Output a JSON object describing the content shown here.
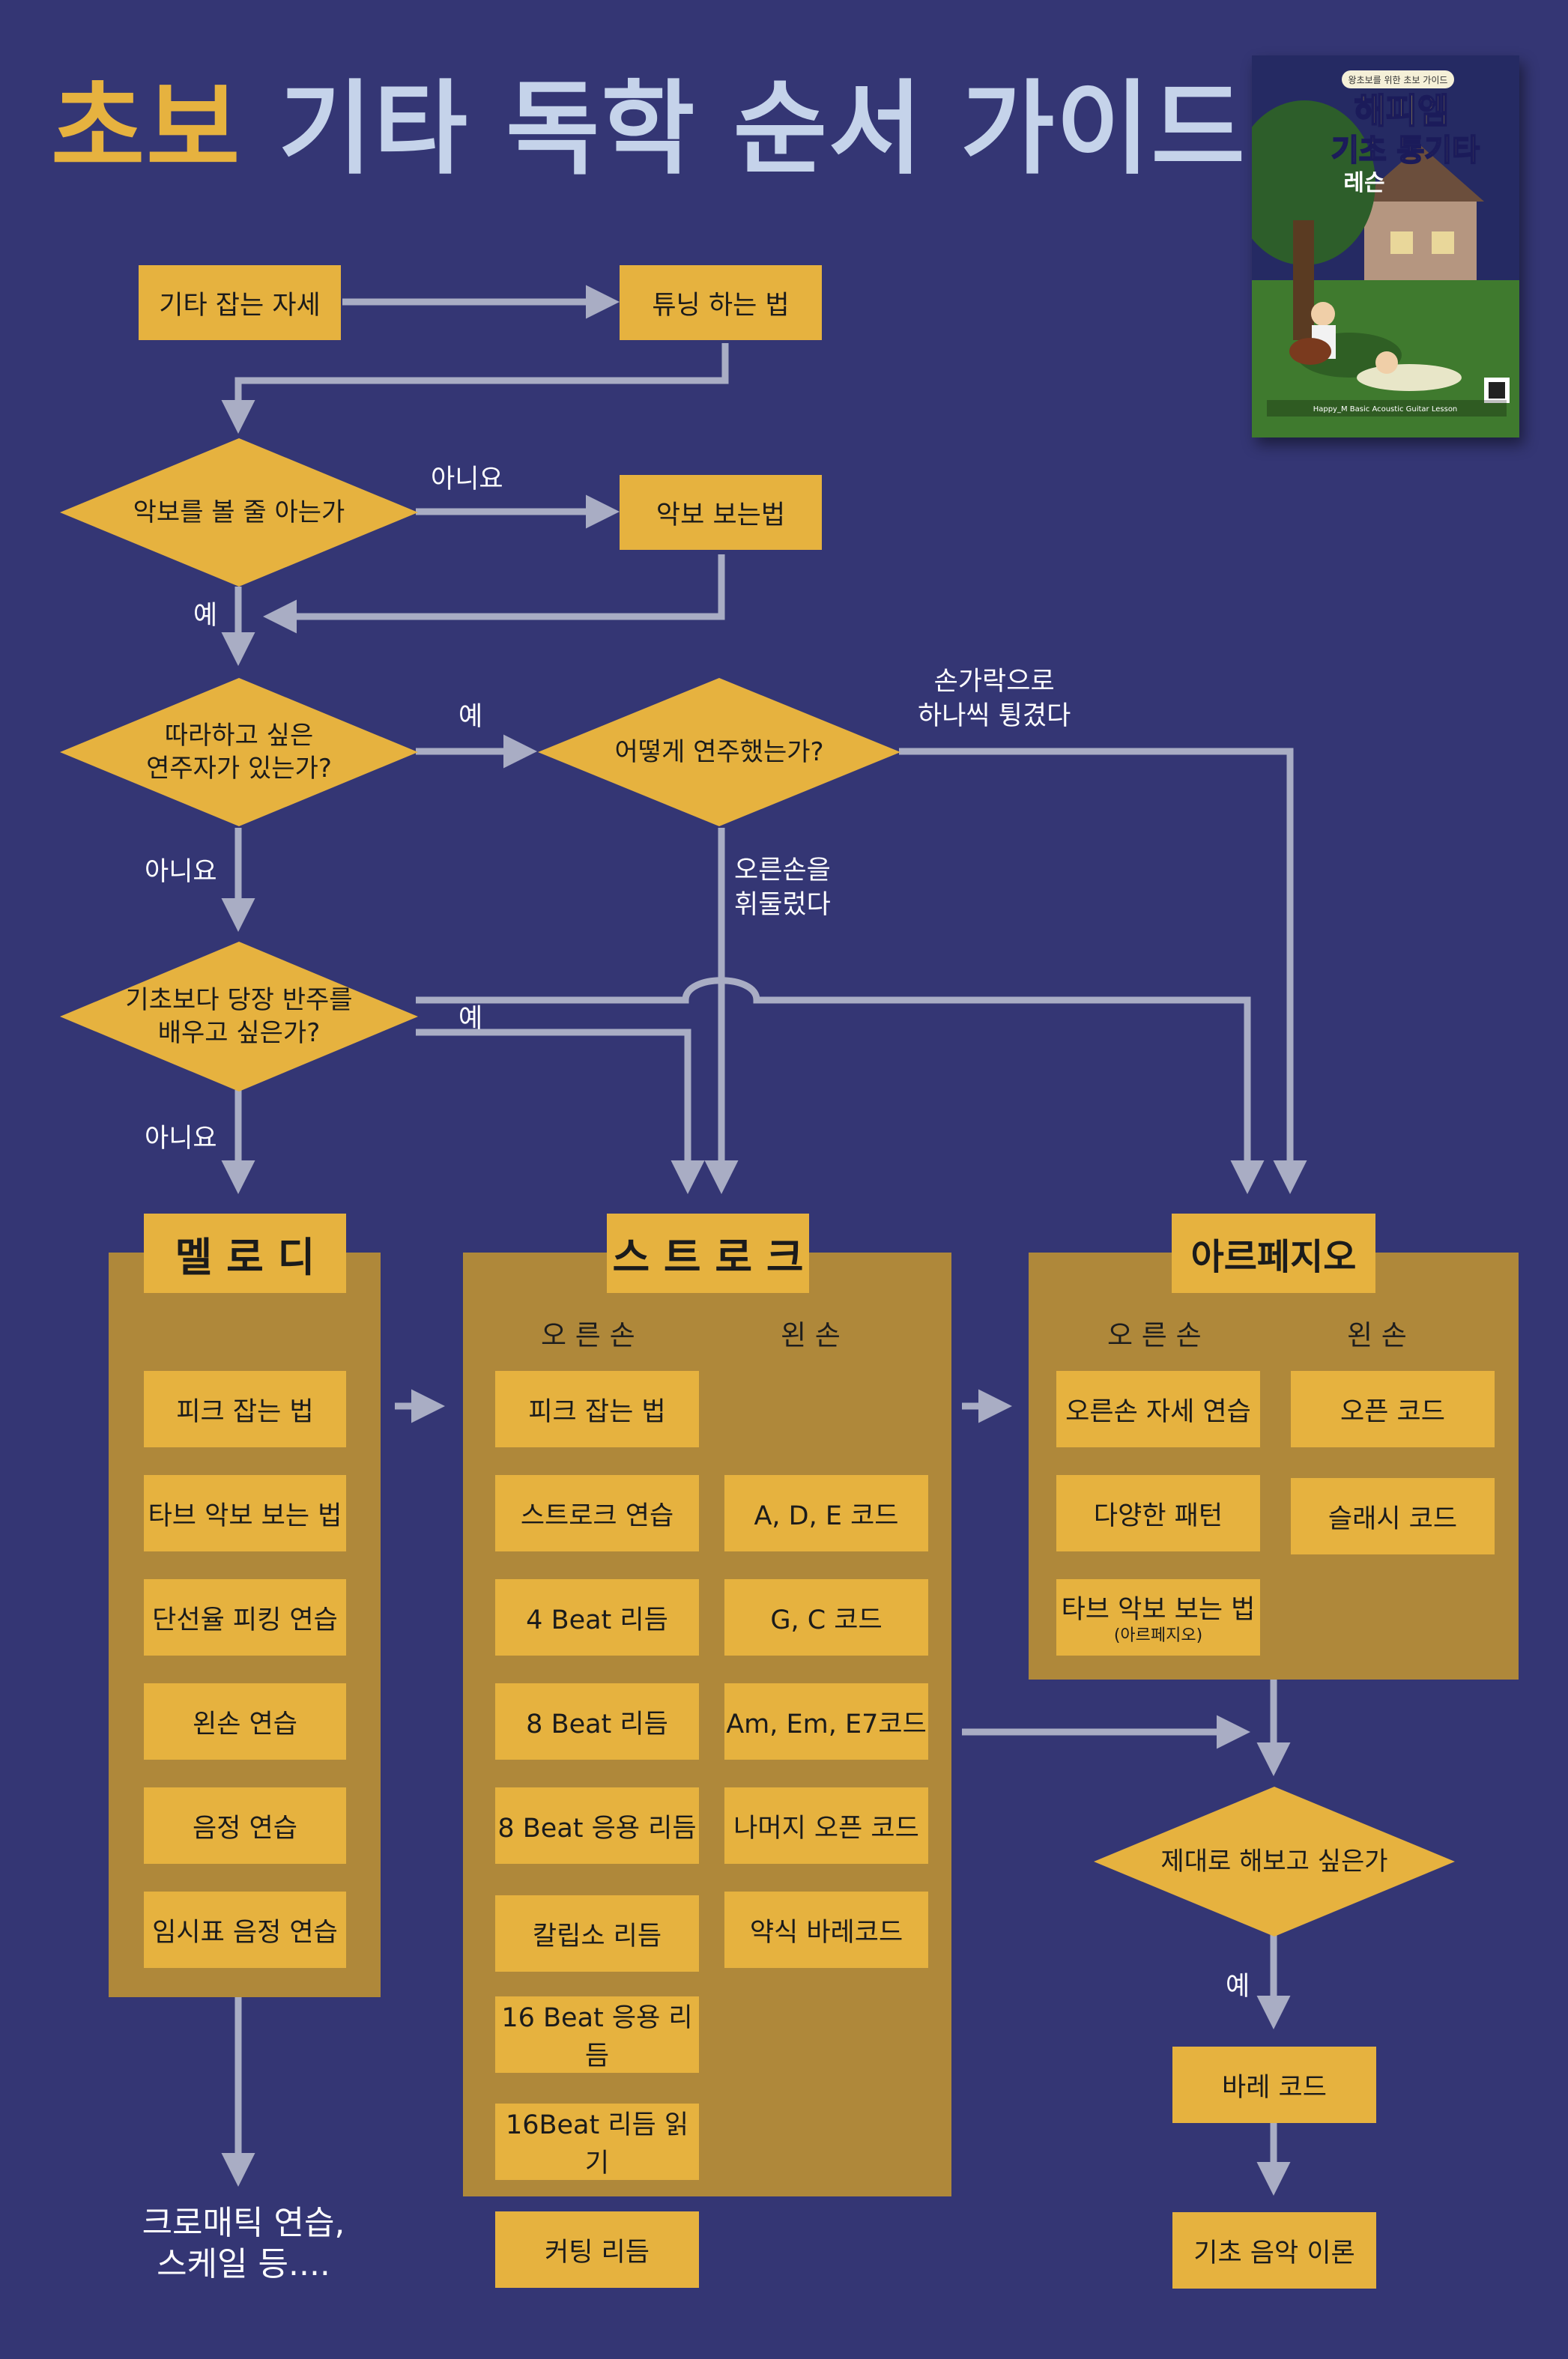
{
  "title": {
    "part1": "초보",
    "part2": "기타 독학 순서 가이드"
  },
  "cover": {
    "badge": "왕초보를 위한 초보 가이드",
    "title1": "해피엠",
    "title2": "기초 통기타",
    "title3": "레슨",
    "footer": "Happy_M Basic Acoustic Guitar Lesson"
  },
  "flow": {
    "posture": "기타 잡는 자세",
    "tuning": "튜닝 하는 법",
    "q_read_score": "악보를 볼 줄 아는가",
    "how_to_read": "악보 보는법",
    "q_follow_1": "따라하고 싶은",
    "q_follow_2": "연주자가 있는가?",
    "q_how_play": "어떻게 연주했는가?",
    "q_accomp_1": "기초보다 당장 반주를",
    "q_accomp_2": "배우고 싶은가?",
    "q_serious": "제대로 해보고 싶은가",
    "barre": "바레 코드",
    "theory": "기초 음악 이론",
    "chromatic_1": "크로매틱 연습,",
    "chromatic_2": "스케일 등....",
    "cutting": "커팅 리듬"
  },
  "edge_labels": {
    "no1": "아니요",
    "yes1": "예",
    "yes2": "예",
    "no2": "아니요",
    "pick_1": "손가락으로",
    "pick_2": "하나씩 튕겼다",
    "strum_1": "오른손을",
    "strum_2": "휘둘렀다",
    "yes3": "예",
    "no3": "아니요",
    "yes4": "예"
  },
  "melody": {
    "title": "멜 로 디",
    "items": [
      "피크 잡는 법",
      "타브 악보 보는 법",
      "단선율 피킹 연습",
      "왼손 연습",
      "음정 연습",
      "임시표 음정 연습"
    ]
  },
  "stroke": {
    "title": "스 트 로 크",
    "right_header": "오 른 손",
    "left_header": "왼   손",
    "right_items": [
      "피크 잡는 법",
      "스트로크 연습",
      "4 Beat 리듬",
      "8 Beat 리듬",
      "8 Beat 응용 리듬",
      "칼립소 리듬",
      "16 Beat 응용 리듬",
      "16Beat 리듬 읽기"
    ],
    "left_items": [
      "A, D, E 코드",
      "G, C 코드",
      "Am, Em, E7코드",
      "나머지 오픈 코드",
      "약식 바레코드"
    ]
  },
  "arpeggio": {
    "title": "아르페지오",
    "right_header": "오 른 손",
    "left_header": "왼   손",
    "right_items": [
      "오른손 자세 연습",
      "다양한 패턴",
      "타브 악보 보는 법"
    ],
    "right_sub": "(아르페지오)",
    "left_items": [
      "오픈 코드",
      "슬래시 코드"
    ]
  },
  "colors": {
    "background": "#343674",
    "box": "#E6B23F",
    "panel": "#AF883A",
    "arrow": "#A9ADC4",
    "title_accent": "#E6B23F",
    "title_main": "#C5D3EA"
  }
}
